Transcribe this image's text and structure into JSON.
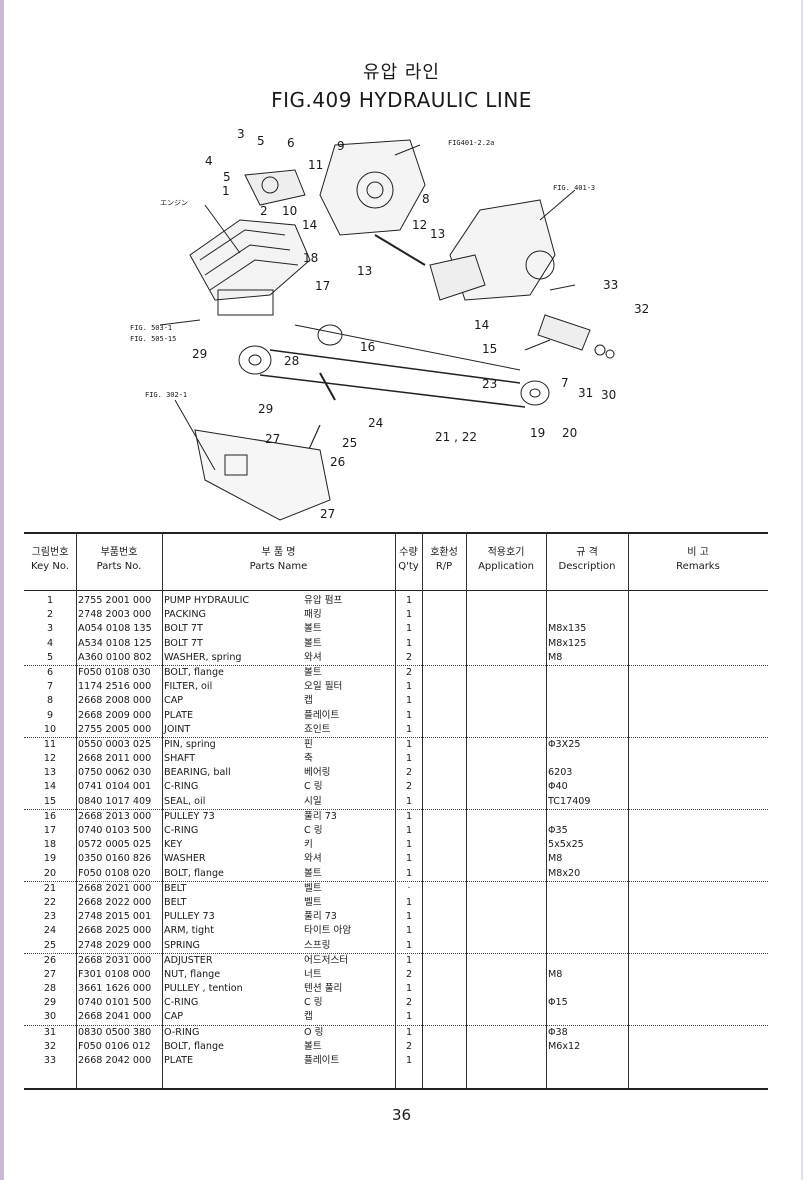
{
  "page": {
    "title_ko": "유압 라인",
    "title_en": "FIG.409  HYDRAULIC LINE",
    "page_number": "36"
  },
  "diagram": {
    "callouts": [
      "1",
      "2",
      "3",
      "4",
      "5",
      "5",
      "6",
      "8",
      "9",
      "10",
      "11",
      "12",
      "13",
      "13",
      "14",
      "14",
      "15",
      "16",
      "17",
      "18",
      "19",
      "20",
      "21 , 22",
      "23",
      "24",
      "25",
      "26",
      "27",
      "27",
      "28",
      "29",
      "29",
      "30",
      "31",
      "32",
      "33",
      "7"
    ],
    "refs": {
      "engine": "エンジン",
      "fig_401_2": "FIG401-2.2a",
      "fig_401_3": "FIG. 401-3",
      "fig_503": "FIG. 503-1",
      "fig_505": "FIG. 505-15",
      "fig_302": "FIG. 302-1"
    }
  },
  "table": {
    "headers": {
      "key_ko": "그림번호",
      "key_en": "Key No.",
      "parts_ko": "부품번호",
      "parts_en": "Parts No.",
      "name_ko": "부      품      명",
      "name_en": "Parts     Name",
      "qty_ko": "수량",
      "qty_en": "Q'ty",
      "rp_ko": "호환성",
      "rp_en": "R/P",
      "app_ko": "적용호기",
      "app_en": "Application",
      "desc_ko": "규      격",
      "desc_en": "Description",
      "rem_ko": "비      고",
      "rem_en": "Remarks"
    },
    "rows": [
      {
        "key": "1",
        "part": "2755 2001 000",
        "name": "PUMP HYDRAULIC",
        "kname": "유압 펌프",
        "qty": "1",
        "desc": ""
      },
      {
        "key": "2",
        "part": "2748 2003 000",
        "name": "PACKING",
        "kname": "패킹",
        "qty": "1",
        "desc": ""
      },
      {
        "key": "3",
        "part": "A054 0108 135",
        "name": "BOLT 7T",
        "kname": "볼트",
        "qty": "1",
        "desc": "M8x135"
      },
      {
        "key": "4",
        "part": "A534 0108 125",
        "name": "BOLT 7T",
        "kname": "볼트",
        "qty": "1",
        "desc": "M8x125"
      },
      {
        "key": "5",
        "part": "A360 0100 802",
        "name": "WASHER, spring",
        "kname": "와셔",
        "qty": "2",
        "desc": "M8"
      },
      {
        "key": "6",
        "part": "F050 0108 030",
        "name": "BOLT, flange",
        "kname": "볼트",
        "qty": "2",
        "desc": ""
      },
      {
        "key": "7",
        "part": "1174 2516 000",
        "name": "FILTER, oil",
        "kname": "오일 필터",
        "qty": "1",
        "desc": ""
      },
      {
        "key": "8",
        "part": "2668 2008 000",
        "name": "CAP",
        "kname": "캡",
        "qty": "1",
        "desc": ""
      },
      {
        "key": "9",
        "part": "2668 2009 000",
        "name": "PLATE",
        "kname": "플레이트",
        "qty": "1",
        "desc": ""
      },
      {
        "key": "10",
        "part": "2755 2005 000",
        "name": "JOINT",
        "kname": "죠인트",
        "qty": "1",
        "desc": ""
      },
      {
        "key": "11",
        "part": "0550 0003 025",
        "name": "PIN, spring",
        "kname": "핀",
        "qty": "1",
        "desc": "Φ3X25"
      },
      {
        "key": "12",
        "part": "2668 2011 000",
        "name": "SHAFT",
        "kname": "축",
        "qty": "1",
        "desc": ""
      },
      {
        "key": "13",
        "part": "0750 0062 030",
        "name": "BEARING, ball",
        "kname": "베어링",
        "qty": "2",
        "desc": "6203"
      },
      {
        "key": "14",
        "part": "0741 0104 001",
        "name": "C-RING",
        "kname": "C 링",
        "qty": "2",
        "desc": "Φ40"
      },
      {
        "key": "15",
        "part": "0840 1017 409",
        "name": "SEAL, oil",
        "kname": "시일",
        "qty": "1",
        "desc": "TC17409"
      },
      {
        "key": "16",
        "part": "2668 2013 000",
        "name": "PULLEY 73",
        "kname": "풀리 73",
        "qty": "1",
        "desc": ""
      },
      {
        "key": "17",
        "part": "0740 0103 500",
        "name": "C-RING",
        "kname": "C 링",
        "qty": "1",
        "desc": "Φ35"
      },
      {
        "key": "18",
        "part": "0572 0005 025",
        "name": "KEY",
        "kname": "키",
        "qty": "1",
        "desc": "5x5x25"
      },
      {
        "key": "19",
        "part": "0350 0160 826",
        "name": "WASHER",
        "kname": "와셔",
        "qty": "1",
        "desc": "M8"
      },
      {
        "key": "20",
        "part": "F050 0108 020",
        "name": "BOLT, flange",
        "kname": "볼트",
        "qty": "1",
        "desc": "M8x20"
      },
      {
        "key": "21",
        "part": "2668 2021 000",
        "name": "BELT",
        "kname": "벨트",
        "qty": "·",
        "desc": ""
      },
      {
        "key": "22",
        "part": "2668 2022 000",
        "name": "BELT",
        "kname": "벨트",
        "qty": "1",
        "desc": ""
      },
      {
        "key": "23",
        "part": "2748 2015 001",
        "name": "PULLEY 73",
        "kname": "풀리 73",
        "qty": "1",
        "desc": ""
      },
      {
        "key": "24",
        "part": "2668 2025 000",
        "name": "ARM, tight",
        "kname": "타이트 아암",
        "qty": "1",
        "desc": ""
      },
      {
        "key": "25",
        "part": "2748 2029 000",
        "name": "SPRING",
        "kname": "스프링",
        "qty": "1",
        "desc": ""
      },
      {
        "key": "26",
        "part": "2668 2031 000",
        "name": "ADJUSTER",
        "kname": "어드저스터",
        "qty": "1",
        "desc": ""
      },
      {
        "key": "27",
        "part": "F301 0108 000",
        "name": "NUT, flange",
        "kname": "너트",
        "qty": "2",
        "desc": "M8"
      },
      {
        "key": "28",
        "part": "3661 1626 000",
        "name": "PULLEY , tention",
        "kname": "텐션 풀리",
        "qty": "1",
        "desc": ""
      },
      {
        "key": "29",
        "part": "0740 0101 500",
        "name": "C-RING",
        "kname": "C 링",
        "qty": "2",
        "desc": "Φ15"
      },
      {
        "key": "30",
        "part": "2668 2041 000",
        "name": "CAP",
        "kname": "캡",
        "qty": "1",
        "desc": ""
      },
      {
        "key": "31",
        "part": "0830 0500 380",
        "name": "O-RING",
        "kname": "O 링",
        "qty": "1",
        "desc": "Φ38"
      },
      {
        "key": "32",
        "part": "F050 0106 012",
        "name": "BOLT, flange",
        "kname": "볼트",
        "qty": "2",
        "desc": "M6x12"
      },
      {
        "key": "33",
        "part": "2668 2042 000",
        "name": "PLATE",
        "kname": "플레이트",
        "qty": "1",
        "desc": ""
      }
    ]
  }
}
